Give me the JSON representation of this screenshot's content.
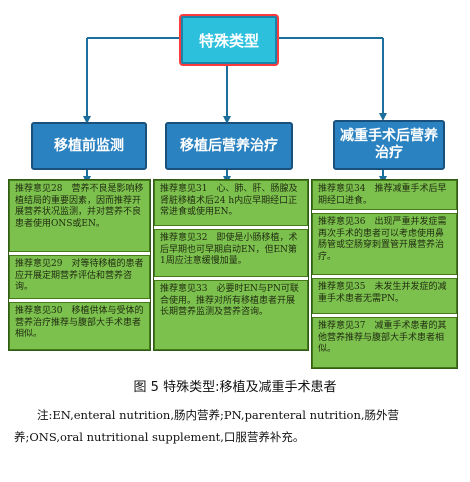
{
  "diagram": {
    "root": "特殊类型",
    "categories": [
      "移植前监测",
      "移植后营养治疗",
      "减重手术后营养治疗"
    ],
    "recommendations": {
      "pre": [
        "推荐意见28　营养不良是影响移植结局的重要因素，因而推荐开展营养状况监测，并对营养不良患者使用ONS或EN。",
        "推荐意见29　对等待移植的患者应开展定期营养评估和营养咨询。",
        "推荐意见30　移植供体与受体的营养治疗推荐与腹部大手术患者相似。"
      ],
      "post": [
        "推荐意见31　心、肺、肝、肠腺及肾脏移植术后24 h内应早期经口正常进食或使用EN。",
        "推荐意见32　即使是小肠移植，术后早期也可早期启动EN，但EN第1周应注意缓慢加量。",
        "推荐意见33　必要时EN与PN可联合使用。推荐对所有移植患者开展长期营养监测及营养咨询。"
      ],
      "bariatric": [
        "推荐意见34　推荐减重手术后早期经口进食。",
        "推荐意见36　出现严重并发症需再次手术的患者可以考虑使用鼻肠管或空肠穿刺置管开展营养治疗。",
        "推荐意见35　未发生并发症的减重手术患者无需PN。",
        "推荐意见37　减重手术患者的其他营养推荐与腹部大手术患者相似。"
      ]
    }
  },
  "caption": "图 5 特殊类型:移植及减重手术患者",
  "note": "注:EN,enteral nutrition,肠内营养;PN,parenteral nutrition,肠外营养;ONS,oral nutritional supplement,口服营养补充。",
  "colors": {
    "root_fill": "#2cc0dc",
    "root_outline": "#fb3c3c",
    "category_fill": "#2b82c0",
    "recommendation_fill": "#7cc04e",
    "arrow": "#1c6f9d"
  }
}
